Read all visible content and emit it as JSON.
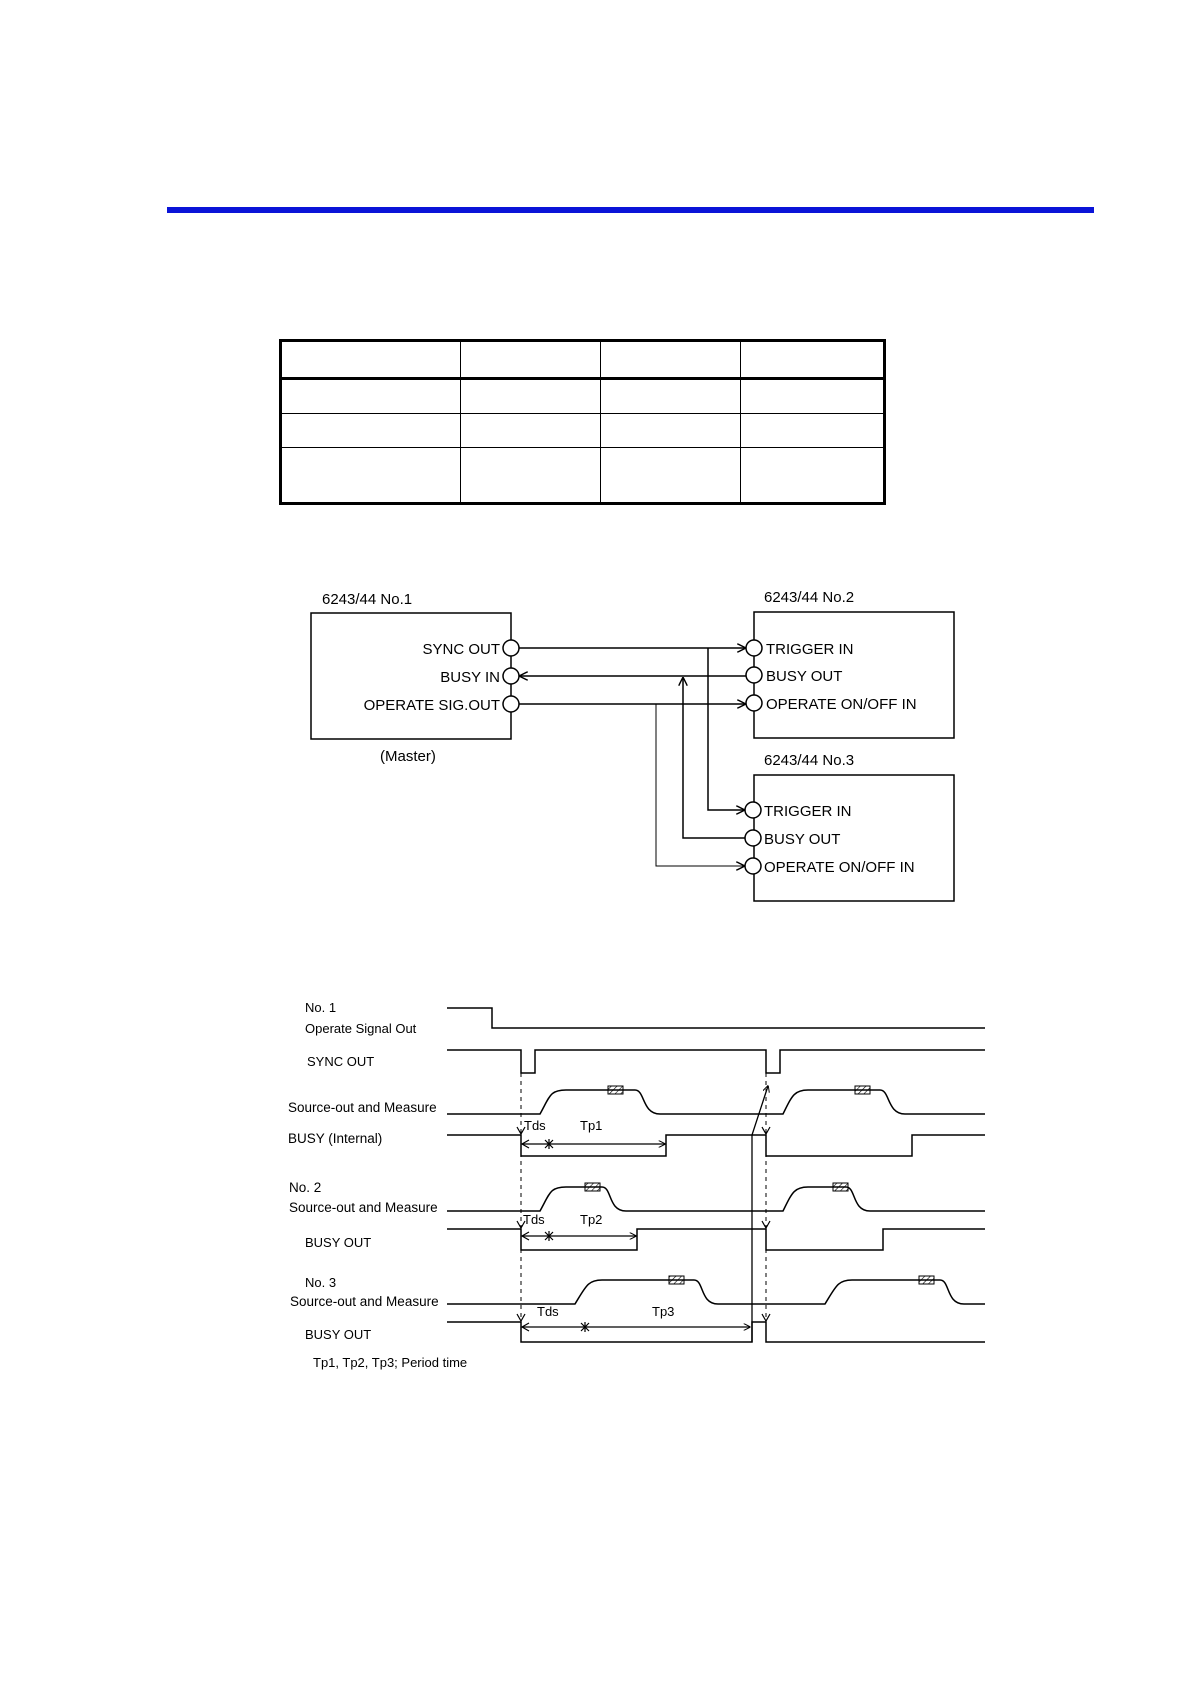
{
  "colors": {
    "rule": "#0a14d8",
    "ink": "#000000"
  },
  "table": {
    "columns": 4,
    "rows": 4
  },
  "connection": {
    "master": {
      "title": "6243/44 No.1",
      "role": "(Master)",
      "ports": [
        "SYNC OUT",
        "BUSY IN",
        "OPERATE SIG.OUT"
      ]
    },
    "slave2": {
      "title": "6243/44 No.2",
      "ports": [
        "TRIGGER IN",
        "BUSY OUT",
        "OPERATE ON/OFF IN"
      ]
    },
    "slave3": {
      "title": "6243/44 No.3",
      "ports": [
        "TRIGGER IN",
        "BUSY OUT",
        "OPERATE ON/OFF IN"
      ]
    }
  },
  "timing": {
    "no1_label": "No. 1",
    "operate_signal_out": "Operate Signal Out",
    "sync_out": "SYNC OUT",
    "source_measure": "Source-out and Measure",
    "busy_internal": "BUSY (Internal)",
    "no2_label": "No. 2",
    "no2_source_measure": "Source-out and Measure",
    "no2_busy_out": "BUSY OUT",
    "no3_label": "No. 3",
    "no3_source_measure": "Source-out and Measure",
    "no3_busy_out": "BUSY OUT",
    "tds": "Tds",
    "tp1": "Tp1",
    "tp2": "Tp2",
    "tp3": "Tp3",
    "note": "Tp1, Tp2, Tp3; Period time"
  }
}
